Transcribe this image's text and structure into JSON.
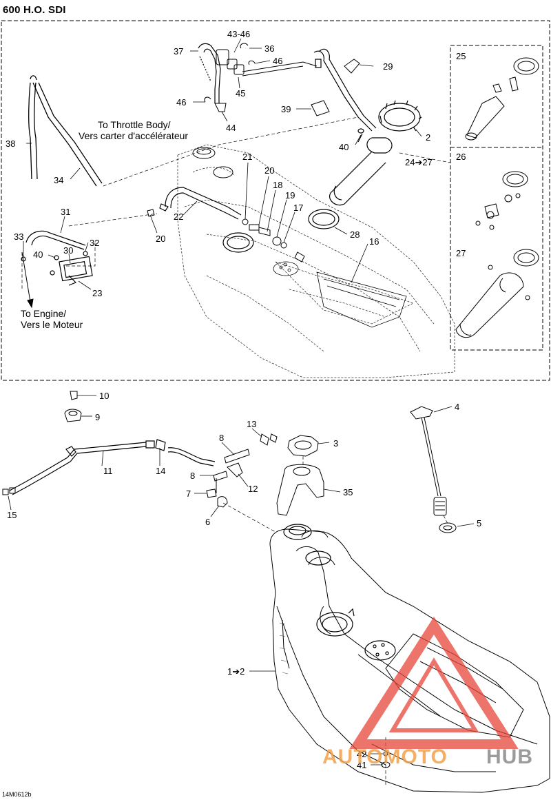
{
  "title": "600 H.O. SDI",
  "diagram_code": "14M0612b",
  "watermark": {
    "text_a": "AUTOMOTO",
    "text_b": "HUB",
    "color_a": "#f2a14a",
    "color_b": "#8a8a8a",
    "mark_color": "#e8463a"
  },
  "notes": {
    "throttle_en": "To Throttle Body/",
    "throttle_fr": "Vers carter d'accélérateur",
    "engine_en": "To Engine/",
    "engine_fr": "Vers le Moteur"
  },
  "callouts": {
    "c37": "37",
    "c4346": "43-46",
    "c36": "36",
    "c46a": "46",
    "c45": "45",
    "c29": "29",
    "c46b": "46",
    "c44": "44",
    "c39": "39",
    "c2": "2",
    "c40a": "40",
    "c2427": "24➔27",
    "c38": "38",
    "c34": "34",
    "c21": "21",
    "c20a": "20",
    "c18": "18",
    "c19": "19",
    "c17": "17",
    "c22": "22",
    "c20b": "20",
    "c28": "28",
    "c16": "16",
    "c31": "31",
    "c33": "33",
    "c32": "32",
    "c30": "30",
    "c40b": "40",
    "c23": "23",
    "c25": "25",
    "c26": "26",
    "c27": "27",
    "c10": "10",
    "c9": "9",
    "c13": "13",
    "c3": "3",
    "c4": "4",
    "c8a": "8",
    "c11": "11",
    "c14": "14",
    "c12": "12",
    "c8b": "8",
    "c7": "7",
    "c35": "35",
    "c15": "15",
    "c6": "6",
    "c5": "5",
    "c12b": "1➔2",
    "c42": "42",
    "c41": "41"
  }
}
